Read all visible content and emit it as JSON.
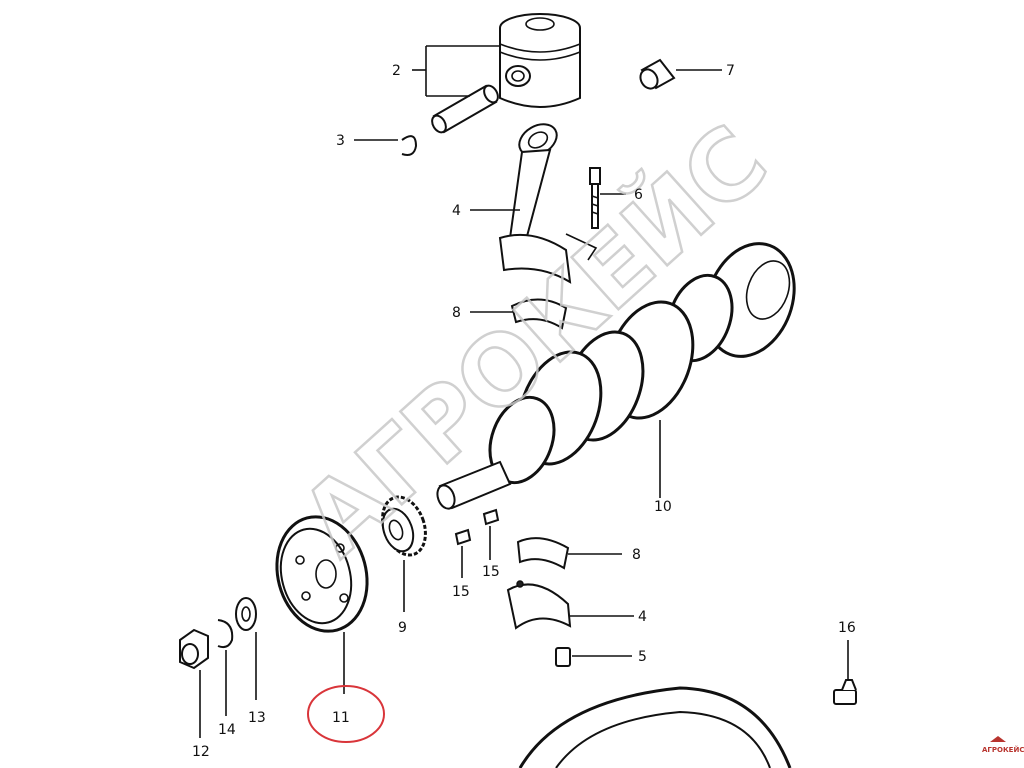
{
  "watermark": {
    "text": "АГРОКЕЙС"
  },
  "brand_badge": {
    "text": "АГРОКЕЙС"
  },
  "highlight_color": "#d9353a",
  "callouts": [
    {
      "id": "label-2",
      "text": "2"
    },
    {
      "id": "label-3",
      "text": "3"
    },
    {
      "id": "label-4-top",
      "text": "4"
    },
    {
      "id": "label-6",
      "text": "6"
    },
    {
      "id": "label-7",
      "text": "7"
    },
    {
      "id": "label-8-top",
      "text": "8"
    },
    {
      "id": "label-10",
      "text": "10"
    },
    {
      "id": "label-8-bottom",
      "text": "8"
    },
    {
      "id": "label-4-bottom",
      "text": "4"
    },
    {
      "id": "label-5",
      "text": "5"
    },
    {
      "id": "label-9",
      "text": "9"
    },
    {
      "id": "label-15-left",
      "text": "15"
    },
    {
      "id": "label-15-right",
      "text": "15"
    },
    {
      "id": "label-16",
      "text": "16"
    },
    {
      "id": "label-11",
      "text": "11"
    },
    {
      "id": "label-12",
      "text": "12"
    },
    {
      "id": "label-13",
      "text": "13"
    },
    {
      "id": "label-14",
      "text": "14"
    }
  ]
}
